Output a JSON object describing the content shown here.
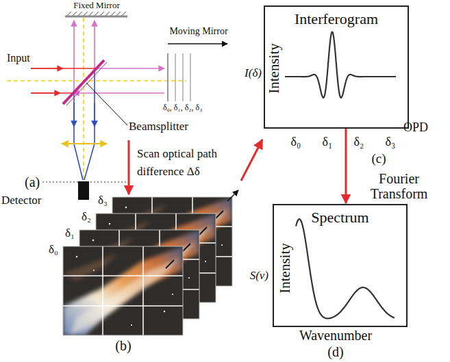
{
  "diagram": {
    "nodes": [
      {
        "text": [
          "Interferogram"
        ]
      },
      {
        "text": [
          "Spectrum"
        ]
      }
    ],
    "edges": [
      {
        "from": 0,
        "to": 1,
        "arrow": "to",
        "label": "Fourier Transform"
      }
    ],
    "labels": [
      "Fixed Mirror",
      "Moving Mirror",
      "Input",
      "δ₀, δ₁, δ₂, δ₃",
      "Beamsplitter",
      "Scan optical path difference Δδ",
      "(a)",
      "Detector",
      "δ₃",
      "δ₂",
      "δ₁",
      "δ₀",
      "(b)",
      "I(δ)",
      "Intensity",
      "δ₀",
      "δ₁",
      "δ₂",
      "δ₃",
      "OPD",
      "(c)",
      "S(ν)",
      "Intensity",
      "Wavenumber",
      "(d)"
    ]
  }
}
